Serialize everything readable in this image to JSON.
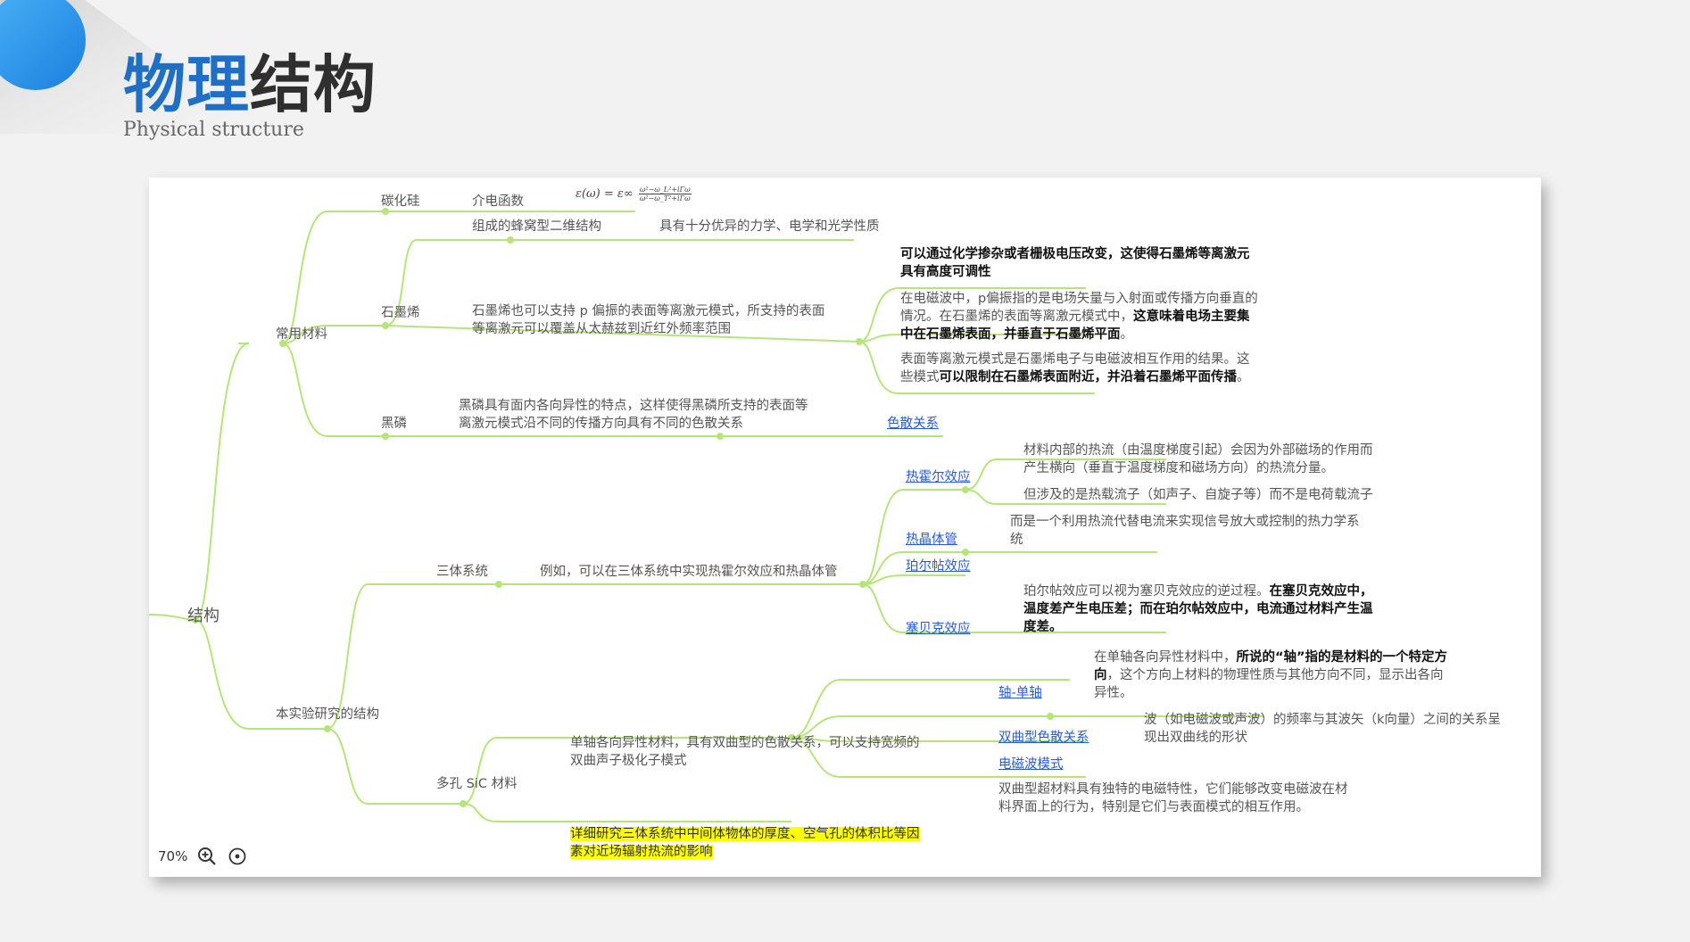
{
  "header": {
    "title_blue": "物理",
    "title_dark": "结构",
    "subtitle": "Physical structure"
  },
  "colors": {
    "accent_blue": "#1f6fc6",
    "branch_green": "#b5e57a",
    "link_blue": "#2a5bd7",
    "highlight_yellow": "#ffff00"
  },
  "mindmap": {
    "root": "结构",
    "common_materials": {
      "label": "常用材料",
      "sic": {
        "label": "碳化硅",
        "dielectric": "介电函数",
        "formula_lhs": "ε(ω) = ε∞",
        "formula_num": "ω²−ω_L²+iΓω",
        "formula_den": "ω²−ω_T²+iΓω"
      },
      "graphene": {
        "label": "石墨烯",
        "honeycomb": "组成的蜂窝型二维结构",
        "properties": "具有十分优异的力学、电学和光学性质",
        "p_mode_1": "石墨烯也可以支持 p 偏振的表面等离激元模式，所支持的表面",
        "p_mode_2": "等离激元可以覆盖从太赫兹到近红外频率范围",
        "tunable_1": "可以通过化学掺杂或者栅极电压改变，这使得石墨烯等离激元",
        "tunable_2": "具有高度可调性",
        "ppol_1": "在电磁波中，p偏振指的是电场矢量与入射面或传播方向垂直的",
        "ppol_2a": "情况。在石墨烯的表面等离激元模式中，",
        "ppol_2b": "这意味着电场主要集",
        "ppol_3": "中在石墨烯表面，并垂直于石墨烯平面",
        "ppol_3_end": "。",
        "surf_1": "表面等离激元模式是石墨烯电子与电磁波相互作用的结果。这",
        "surf_2a": "些模式",
        "surf_2b": "可以限制在石墨烯表面附近，并沿着石墨烯平面传播",
        "surf_2_end": "。"
      },
      "bp": {
        "label": "黑磷",
        "desc_1": "黑磷具有面内各向异性的特点，这样使得黑磷所支持的表面等",
        "desc_2": "离激元模式沿不同的传播方向具有不同的色散关系",
        "link": "色散关系"
      }
    },
    "research": {
      "label": "本实验研究的结构",
      "three_body": {
        "label": "三体系统",
        "example": "例如，可以在三体系统中实现热霍尔效应和热晶体管",
        "thermal_hall": "热霍尔效应",
        "th_desc_1": "材料内部的热流（由温度梯度引起）会因为外部磁场的作用而",
        "th_desc_2": "产生横向（垂直于温度梯度和磁场方向）的热流分量。",
        "th_desc_3": "但涉及的是热载流子（如声子、自旋子等）而不是电荷载流子",
        "transistor": "热晶体管",
        "tr_desc_1": "而是一个利用热流代替电流来实现信号放大或控制的热力学系",
        "tr_desc_2": "统",
        "peltier": "珀尔帖效应",
        "seebeck": "塞贝克效应",
        "pe_desc_1a": "珀尔帖效应可以视为塞贝克效应的逆过程。",
        "pe_desc_1b": "在塞贝克效应中，",
        "pe_desc_2": "温度差产生电压差；而在珀尔帖效应中，电流通过材料产生温",
        "pe_desc_3": "度差。"
      },
      "sic_porous": {
        "label": "多孔 SiC 材料",
        "uniaxial_1": "单轴各向异性材料，具有双曲型的色散关系，可以支持宽频的",
        "uniaxial_2": "双曲声子极化子模式",
        "axis": "轴-单轴",
        "axis_desc_1a": "在单轴各向异性材料中，",
        "axis_desc_1b": "所说的“轴”指的是材料的一个特定方",
        "axis_desc_2a": "向",
        "axis_desc_2b": "，这个方向上材料的物理性质与其他方向不同，显示出各向",
        "axis_desc_3": "异性。",
        "hyperbolic": "双曲型色散关系",
        "hyp_desc_1": "波（如电磁波或声波）的频率与其波矢（k向量）之间的关系呈",
        "hyp_desc_2": "现出双曲线的形状",
        "em_mode": "电磁波模式",
        "em_desc_1": "双曲型超材料具有独特的电磁特性，它们能够改变电磁波在材",
        "em_desc_2": "料界面上的行为，特别是它们与表面模式的相互作用。",
        "study_1": "详细研究三体系统中中间体物体的厚度、空气孔的体积比等因",
        "study_2": "素对近场辐射热流的影响"
      }
    }
  },
  "toolbar": {
    "zoom": "70%",
    "zoom_in_icon": "zoom-in-icon",
    "center_icon": "center-icon"
  }
}
